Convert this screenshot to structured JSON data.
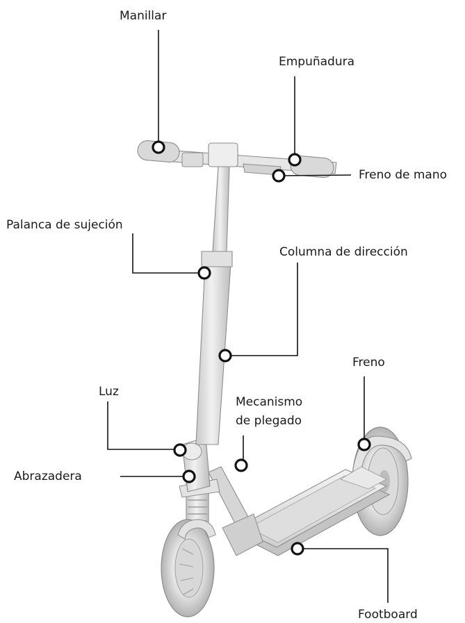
{
  "labels": {
    "manillar": "Manillar",
    "empunadura": "Empuñadura",
    "freno_de_mano": "Freno de mano",
    "palanca_de_sujecion": "Palanca de sujeción",
    "columna_de_direccion": "Columna de dirección",
    "freno": "Freno",
    "luz": "Luz",
    "mecanismo_line1": "Mecanismo",
    "mecanismo_line2": "de plegado",
    "abrazadera": "Abrazadera",
    "footboard": "Footboard"
  },
  "colors": {
    "body_light": "#ededed",
    "body_mid": "#d2d2d2",
    "body_dark": "#a9a9a9",
    "outline": "#8c8c8c",
    "callout_stroke": "#111111"
  }
}
